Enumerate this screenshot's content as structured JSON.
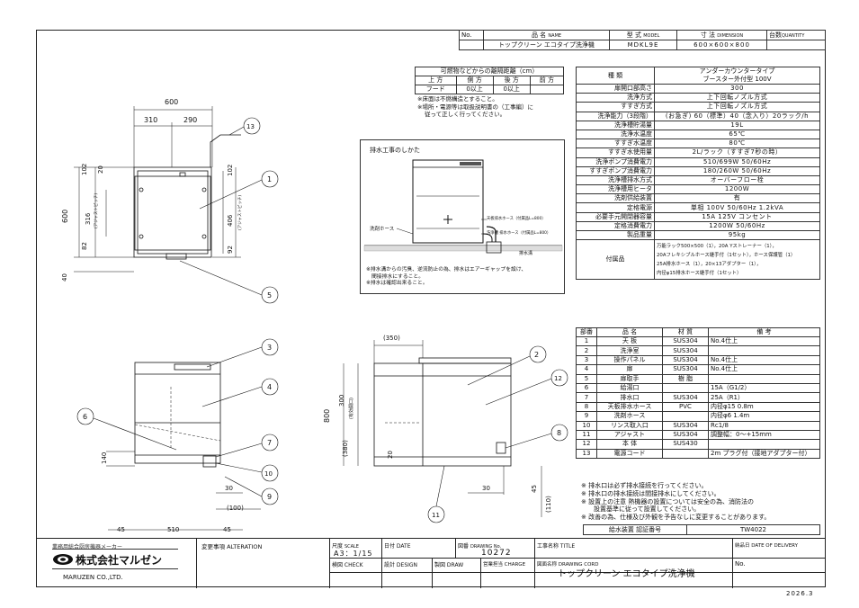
{
  "header": {
    "no_label": "No.",
    "name_label": "品 名",
    "name_sub": "NAME",
    "model_label": "型 式",
    "model_sub": "MODEL",
    "dim_label": "寸 法",
    "dim_sub": "DIMENSION",
    "qty_label": "台数",
    "qty_sub": "QUANTITY",
    "name": "トップクリーン エコタイプ洗浄機",
    "model": "MDKL9E",
    "dimension": "600×600×800"
  },
  "clearance": {
    "title": "可燃物などからの離隔距離（cm）",
    "headers": [
      "上 方",
      "側 方",
      "後 方",
      "前 方"
    ],
    "row": [
      "フード",
      "0以上",
      "0以上",
      ""
    ],
    "notes": [
      "※床面は不燃構造とすること。",
      "※場所・電源等は取扱説明書の（工事編）に",
      "従って正しく行ってください。"
    ]
  },
  "drain_box": {
    "title": "排水工事のしかた",
    "label_wash_hose": "洗剤ホース",
    "label_top_hose": "天板排水ホース（付属品L=800）",
    "label_drain_hose": "洗浄槽 排水ホース（付属品L=800）",
    "label_drain": "排水溝",
    "notes": [
      "※排水溝からの汚臭、逆流防止の為、排水はエアーギャップを設け、",
      "間接排水にすること。",
      "※排水は確認出来ること。"
    ]
  },
  "specs": {
    "type_label": "種 類",
    "type_line1": "アンダーカウンタータイプ",
    "type_line2": "ブースター外付型 100V",
    "rows": [
      [
        "扉開口部高さ",
        "300"
      ],
      [
        "洗浄方式",
        "上下回転ノズル方式"
      ],
      [
        "すすぎ方式",
        "上下回転ノズル方式"
      ],
      [
        "洗浄能力（3段階）",
        "(お急ぎ) 60（標準）40（念入り）20ラック/h"
      ],
      [
        "洗浄槽貯湯量",
        "19L"
      ],
      [
        "洗浄水温度",
        "65℃"
      ],
      [
        "すすぎ水温度",
        "80℃"
      ],
      [
        "すすぎ水使用量",
        "2L/ラック（すすぎ7秒の時）"
      ],
      [
        "洗浄ポンプ消費電力",
        "510/699W 50/60Hz"
      ],
      [
        "すすぎポンプ消費電力",
        "180/260W 50/60Hz"
      ],
      [
        "洗浄槽排水方式",
        "オーバーフロー栓"
      ],
      [
        "洗浄槽用ヒータ",
        "1200W"
      ],
      [
        "洗剤供給装置",
        "有"
      ],
      [
        "定格電源",
        "単相 100V 50/60Hz 1.2kVA"
      ],
      [
        "必要手元開閉器容量",
        "15A 125V コンセント"
      ],
      [
        "定格消費電力",
        "1200W 50/60Hz"
      ],
      [
        "製品重量",
        "95kg"
      ]
    ],
    "acc_label": "付属品",
    "accessories": [
      "万能ラック500×500（1），20A Yストレーナー（1），",
      "20Aフレキシブルホース継手付（1セット），ホース保護管（1）",
      "25A排水ホース（1），20×13アダプター（1），",
      "内径φ15排水ホース継手付（1セット）"
    ]
  },
  "parts": {
    "headers": [
      "部番",
      "品 名",
      "材 質",
      "備 考"
    ],
    "rows": [
      [
        "1",
        "天 板",
        "SUS304",
        "No.4仕上"
      ],
      [
        "2",
        "洗浄室",
        "SUS304",
        ""
      ],
      [
        "3",
        "操作パネル",
        "SUS304",
        "No.4仕上"
      ],
      [
        "4",
        "扉",
        "SUS304",
        "No.4仕上"
      ],
      [
        "5",
        "扉取手",
        "樹 脂",
        ""
      ],
      [
        "6",
        "給湯口",
        "",
        "15A（G1/2）"
      ],
      [
        "7",
        "排水口",
        "SUS304",
        "25A（R1）"
      ],
      [
        "8",
        "天板排水ホース",
        "PVC",
        "内径φ15 0.8m"
      ],
      [
        "9",
        "洗剤ホース",
        "",
        "内径φ6 1.4m"
      ],
      [
        "10",
        "リンス取入口",
        "SUS304",
        "Rc1/8"
      ],
      [
        "11",
        "アジャスト",
        "SUS304",
        "調整幅：0～+15mm"
      ],
      [
        "12",
        "本 体",
        "SUS430",
        ""
      ],
      [
        "13",
        "電源コード",
        "",
        "2m プラグ付（接地アダプター付）"
      ]
    ]
  },
  "bottom_notes": [
    "※ 排水口は必ず排水接続を行ってください。",
    "※ 排水口の排水接続は間接排水にしてください。",
    "※ 設置上の注意 熱機器の設置については安全の為、消防法の",
    "設置基準に従って設置してください。",
    "※ 改善の為、仕様及び外観を予告なしに変更することがあります。"
  ],
  "supply": {
    "label": "給水装置 認証番号",
    "value": "TW4022"
  },
  "title_block": {
    "maker_caption": "業務用総合厨房機器メーカー",
    "company_jp": "株式会社マルゼン",
    "company_en": "MARUZEN CO.,LTD.",
    "alteration_label": "変更事項 ALTERATION",
    "scale_label": "尺度",
    "scale_sub": "SCALE",
    "scale_value": "A3：1/15",
    "date_label": "日付 DATE",
    "drawing_no_label": "図番",
    "drawing_no_sub": "DRAWING No.",
    "drawing_no": "10272",
    "project_label": "工事名称 TITLE",
    "delivery_label": "納品日 DATE OF DELIVERY",
    "check_label": "検図 CHECK",
    "design_label": "設計 DESIGN",
    "draw_label": "製図 DRAW",
    "charge_label": "営業担当 CHARGE",
    "drawing_name_label": "図面名称 DRAWING CORD",
    "drawing_name": "トップクリーン エコタイプ洗浄機",
    "no_label": "No.",
    "date_value": "2026.3"
  },
  "dimensions": {
    "plan": [
      "600",
      "310",
      "290",
      "102",
      "20",
      "316",
      "(アジャストピッチ)",
      "600",
      "82",
      "406",
      "(アジャストピッチ)",
      "102",
      "92",
      "40"
    ],
    "front": [
      "140",
      "30",
      "(100)",
      "510",
      "45",
      "45"
    ],
    "side": [
      "(350)",
      "300",
      "(有効開口)",
      "800",
      "(380)",
      "20",
      "30",
      "45",
      "(110)"
    ]
  },
  "callouts": [
    "1",
    "2",
    "3",
    "4",
    "5",
    "6",
    "7",
    "8",
    "9",
    "10",
    "11",
    "12",
    "13"
  ]
}
